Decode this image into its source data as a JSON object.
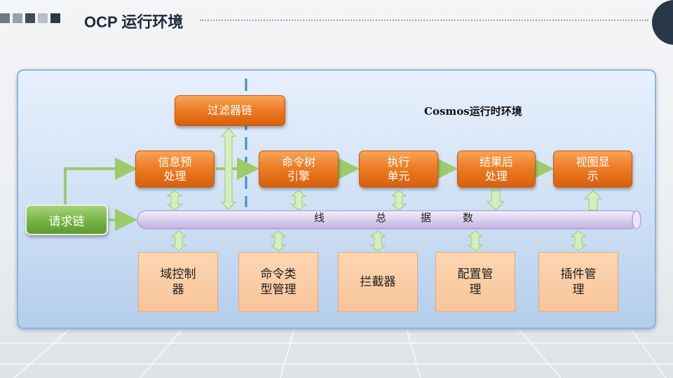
{
  "header": {
    "title": "OCP 运行环境",
    "square_colors": [
      "#6f7780",
      "#9aa1a9",
      "#3f4b58",
      "#b9bec4",
      "#2b3847"
    ]
  },
  "diagram": {
    "env_title": "Cosmos运行时环境",
    "filter_chain": "过滤器链",
    "request_chain": "请求链",
    "pipeline": [
      {
        "id": "preprocess",
        "lines": [
          "信息预",
          "处理"
        ]
      },
      {
        "id": "command-tree",
        "lines": [
          "命令树",
          "引擎"
        ]
      },
      {
        "id": "exec-unit",
        "lines": [
          "执行",
          "单元"
        ]
      },
      {
        "id": "postprocess",
        "lines": [
          "结果后",
          "处理"
        ]
      },
      {
        "id": "view-display",
        "lines": [
          "视图显",
          "示"
        ]
      }
    ],
    "bus_chars": [
      "线",
      "总",
      "据",
      "数"
    ],
    "components": [
      {
        "id": "domain-controller",
        "lines": [
          "域控制",
          "器"
        ]
      },
      {
        "id": "command-type-mgmt",
        "lines": [
          "命令类",
          "型管理"
        ]
      },
      {
        "id": "interceptor",
        "lines": [
          "拦截器"
        ]
      },
      {
        "id": "config-mgmt",
        "lines": [
          "配置管",
          "理"
        ]
      },
      {
        "id": "plugin-mgmt",
        "lines": [
          "插件管",
          "理"
        ]
      }
    ],
    "colors": {
      "orange": "#ee7d24",
      "green": "#7ab648",
      "bus": "#d9d0ee",
      "peach": "#f8c49a",
      "divider": "#3a8fc8"
    }
  }
}
